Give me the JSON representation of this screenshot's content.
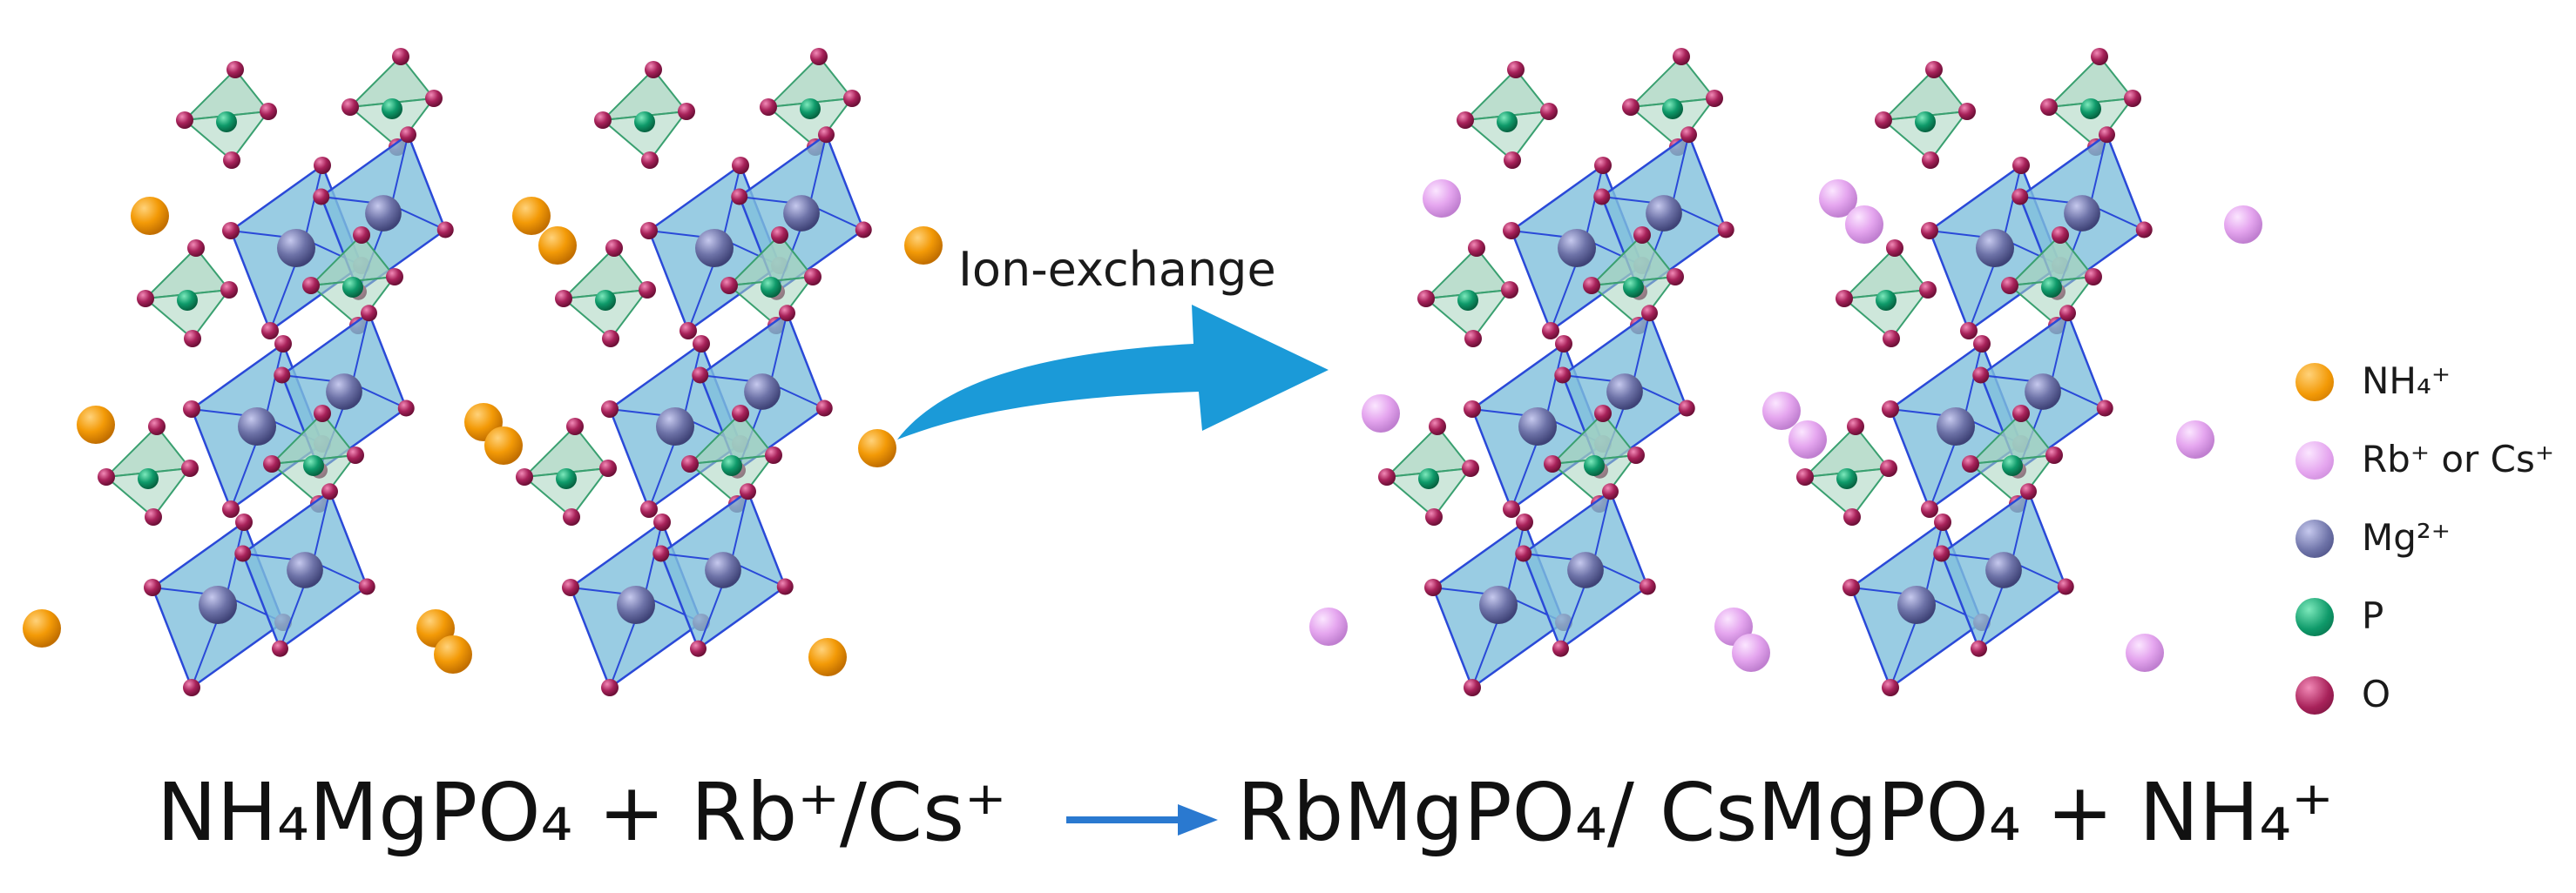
{
  "arrow_label": "Ion-exchange",
  "legend": [
    {
      "text": "NH₄⁺",
      "color": "#f39a07"
    },
    {
      "text": "Rb⁺ or Cs⁺",
      "color": "#e5a6ef"
    },
    {
      "text": "Mg²⁺",
      "color": "#6e73a8"
    },
    {
      "text": "P",
      "color": "#0f9a6a"
    },
    {
      "text": "O",
      "color": "#a8225a"
    }
  ],
  "equation": {
    "left": "NH₄MgPO₄ + Rb⁺/Cs⁺",
    "right": "RbMgPO₄/ CsMgPO₄ + NH₄⁺"
  },
  "colors": {
    "arrow_blue": "#1b9ad8",
    "octahedron": "#7fbfdc",
    "octahedron_edge": "#2a49d8",
    "tetrahedron": "#a6d3bd",
    "tetrahedron_edge": "#3aa070",
    "equation_arrow": "#2a79d0"
  },
  "icons": [
    "curved-arrow-icon",
    "reaction-arrow-icon"
  ]
}
